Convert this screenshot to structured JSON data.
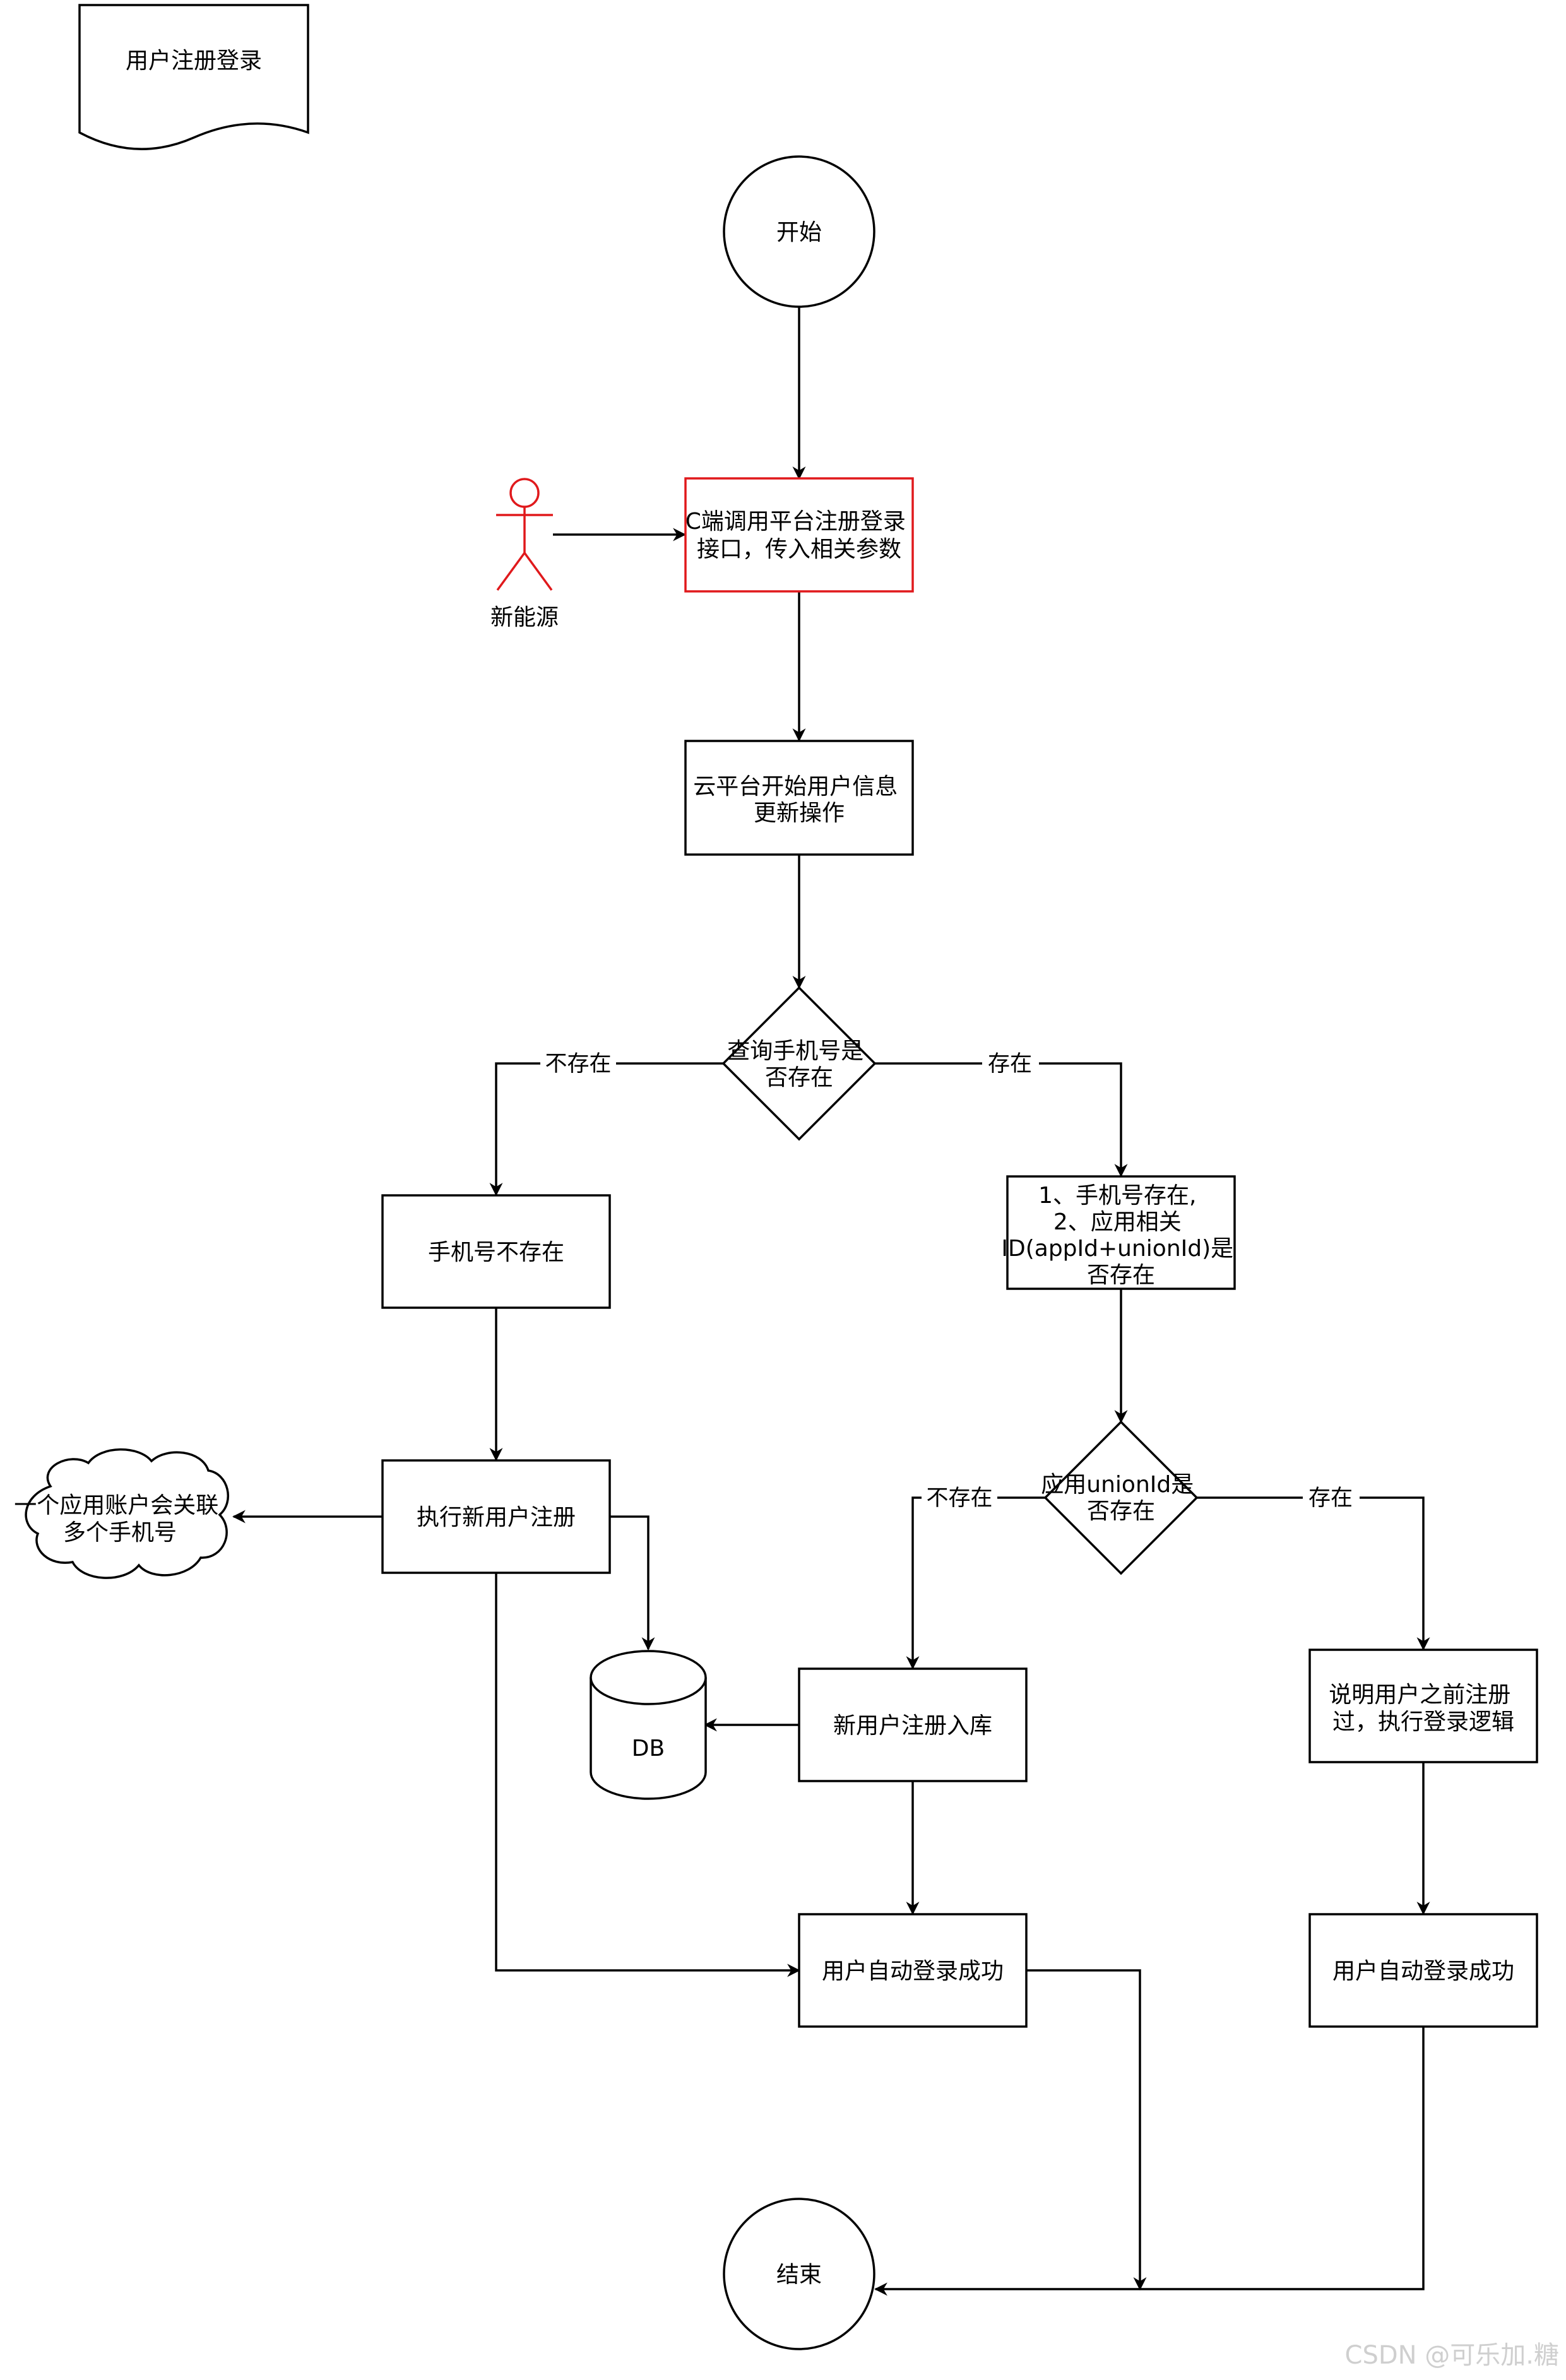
{
  "doc_title": "用户注册登录",
  "start_label": "开始",
  "end_label": "结束",
  "actor_label": "新能源",
  "nodes": {
    "call_api": [
      "C端调用平台注册登录",
      "接口，传入相关参数"
    ],
    "update_user": [
      "云平台开始用户信息",
      "更新操作"
    ],
    "check_phone": [
      "查询手机号是",
      "否存在"
    ],
    "phone_not_exist": "手机号不存在",
    "check_appid": [
      "1、手机号存在,",
      "2、应用相关",
      "ID(appId+unionId)是",
      "否存在"
    ],
    "register_new": "执行新用户注册",
    "cloud_note": [
      "一个应用账户会关联",
      "多个手机号"
    ],
    "db": "DB",
    "check_unionid": [
      "应用unionId是",
      "否存在"
    ],
    "insert_new": "新用户注册入库",
    "already_registered": [
      "说明用户之前注册",
      "过，执行登录逻辑"
    ],
    "auto_login_left": "用户自动登录成功",
    "auto_login_right": "用户自动登录成功"
  },
  "edge_labels": {
    "phone_not_exist": "不存在",
    "phone_exist": "存在",
    "unionid_not_exist": "不存在",
    "unionid_exist": "存在"
  },
  "watermark": "CSDN @可乐加.糖"
}
